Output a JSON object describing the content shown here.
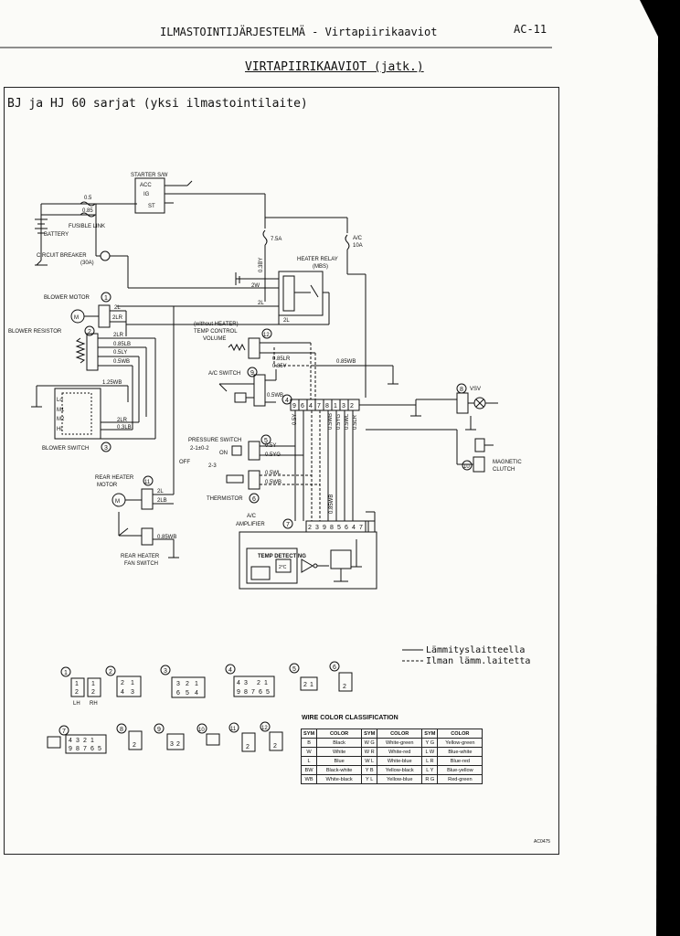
{
  "header": {
    "chapter_title": "ILMASTOINTIJÄRJESTELMÄ - Virtapiirikaaviot",
    "page_code": "AC-11",
    "section_title": "VIRTAPIIRIKAAVIOT (jatk.)",
    "model_title": "BJ ja HJ 60 sarjat (yksi ilmastointilaite)"
  },
  "components": {
    "starter_switch": "STARTER S/W",
    "acc": "ACC",
    "ig": "IG",
    "st": "ST",
    "fusible_link": "FUSIBLE LINK",
    "battery": "BATTERY",
    "circuit_breaker": "CIRCUIT BREAKER",
    "circuit_breaker_rating": "(30A)",
    "heater_relay": "HEATER RELAY",
    "heater_relay_code": "(MBS)",
    "fuse_7_5a": "7.5A",
    "fuse_ac": "A/C",
    "fuse_10a": "10A",
    "blower_motor": "BLOWER MOTOR",
    "blower_resistor": "BLOWER RESISTOR",
    "blower_switch": "BLOWER SWITCH",
    "without_heater": "(without HEATER)",
    "temp_control_volume_1": "TEMP CONTROL",
    "temp_control_volume_2": "VOLUME",
    "ac_switch": "A/C SWITCH",
    "vsv": "VSV",
    "magnetic_clutch_1": "MAGNETIC",
    "magnetic_clutch_2": "CLUTCH",
    "pressure_switch": "PRESSURE SWITCH",
    "pressure_values": "2-1±0-2",
    "on": "ON",
    "off": "OFF",
    "pressure_low": "2-3",
    "thermistor": "THERMISTOR",
    "rear_heater_motor_1": "REAR HEATER",
    "rear_heater_motor_2": "MOTOR",
    "rear_heater_fan_switch_1": "REAR HEATER",
    "rear_heater_fan_switch_2": "FAN SWITCH",
    "ac_amplifier_1": "A/C",
    "ac_amplifier_2": "AMPLIFIER",
    "temp_detecting": "TEMP DETECTING",
    "temp_values": "2°C",
    "motor_symbol": "M",
    "lo": "Lo",
    "m1": "M1",
    "m2": "M2",
    "hi": "Hi"
  },
  "circled_numbers": [
    "1",
    "2",
    "3",
    "4",
    "5",
    "6",
    "7",
    "8",
    "9",
    "10",
    "11",
    "12"
  ],
  "wires": {
    "w_05": "0.5",
    "w_085": "0.85",
    "w_03by": "0.3BY",
    "w_2w": "2W",
    "w_2l_a": "2L",
    "w_2l_b": "2L",
    "w_2l_c": "2L",
    "w_2lr_a": "2LR",
    "w_2lr_b": "2LR",
    "w_2lr_c": "2LR",
    "w_085lb": "0.85LB",
    "w_05ly": "0.5LY",
    "w_05wb_a": "0.5WB",
    "w_125wb": "1.25WB",
    "w_03lb": "0.3LB",
    "w_085lr": "0.85LR",
    "w_085y": "0.85Y",
    "w_085wb": "0.85WB",
    "w_05wb_b": "0.5WB",
    "w_05y_a": "0.5Y",
    "w_05yg": "0.5YG",
    "w_05wl": "0.5WL",
    "w_05wb_c": "0.5WB",
    "w_2lb": "2LB",
    "w_085wb_b": "0.85WB",
    "w_05y_v": "0.5Y",
    "w_05wb_v": "0.5WB",
    "w_05yg_v": "0.5YG",
    "w_05wl_v": "0.5WL",
    "w_05lr_v": "0.5LR",
    "w_085wb_v": "0.85WB"
  },
  "pins": {
    "amp_top": [
      "9",
      "6",
      "4",
      "7",
      "8",
      "1",
      "3",
      "2"
    ],
    "amp_bottom": [
      "2",
      "3",
      "9",
      "8",
      "5",
      "6",
      "4",
      "7"
    ]
  },
  "legend": {
    "solid": "Lämmityslaitteella",
    "dashed": "Ilman lämm.laitetta"
  },
  "connectors": {
    "lh": "LH",
    "rh": "RH",
    "c1_pins": [
      "1",
      "2"
    ],
    "c2_pins": [
      "2",
      "1",
      "4",
      "3"
    ],
    "c3_pins": [
      "3",
      "2",
      "1",
      "6",
      "5",
      "4"
    ],
    "c4_pins": [
      "4",
      "3",
      "2",
      "1",
      "9",
      "8",
      "7",
      "6",
      "5"
    ],
    "c5_pins": [
      "2",
      "1"
    ],
    "c6_pins": [
      "2"
    ],
    "c7_pins": [
      "4",
      "3",
      "2",
      "1",
      "9",
      "8",
      "7",
      "6",
      "5"
    ],
    "c8_pins": [
      "2"
    ],
    "c9_pins": [
      "3",
      "2"
    ],
    "c11_pins": [
      "2"
    ],
    "c12_pins": [
      "2"
    ]
  },
  "wire_color_table": {
    "title": "WIRE COLOR CLASSIFICATION",
    "headers": [
      "SYM",
      "COLOR",
      "SYM",
      "COLOR",
      "SYM",
      "COLOR"
    ],
    "rows": [
      [
        "B",
        "Black",
        "W G",
        "White-green",
        "Y G",
        "Yellow-green"
      ],
      [
        "W",
        "White",
        "W R",
        "White-red",
        "L W",
        "Blue-white"
      ],
      [
        "L",
        "Blue",
        "W L",
        "White-blue",
        "L R",
        "Blue-red"
      ],
      [
        "BW",
        "Black-white",
        "Y B",
        "Yellow-black",
        "L Y",
        "Blue-yellow"
      ],
      [
        "WB",
        "White-black",
        "Y L",
        "Yellow-blue",
        "R G",
        "Red-green"
      ]
    ]
  },
  "figure_code": "AC0475"
}
